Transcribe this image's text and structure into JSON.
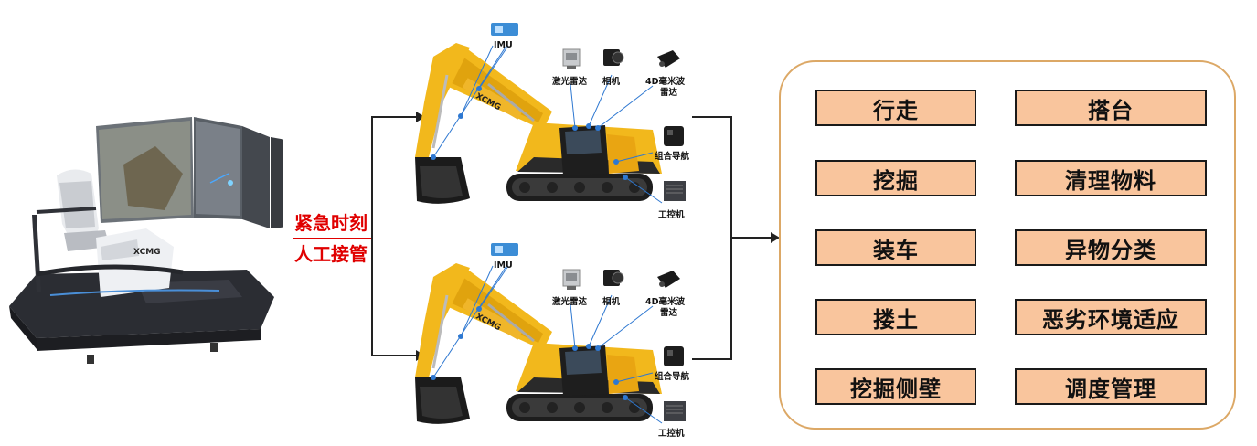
{
  "takeover": {
    "line1": "紧急时刻",
    "line2": "人工接管"
  },
  "sensors": {
    "imu": "IMU",
    "lidar": "激光雷达",
    "camera": "相机",
    "radar_line1": "4D毫米波",
    "radar_line2": "雷达",
    "nav": "组合导航",
    "ipc": "工控机"
  },
  "tasks": {
    "left": [
      "行走",
      "挖掘",
      "装车",
      "搂土",
      "挖掘侧壁"
    ],
    "right": [
      "搭台",
      "清理物料",
      "异物分类",
      "恶劣环境适应",
      "调度管理"
    ]
  },
  "colors": {
    "task_fill": "#f9c59d",
    "panel_border": "#dca866",
    "takeover_text": "#e00000",
    "excavator_body": "#f2b81c"
  },
  "icons": [
    "driving-simulator",
    "excavator",
    "imu-icon",
    "lidar-icon",
    "camera-icon",
    "radar-icon",
    "nav-unit-icon",
    "industrial-pc-icon"
  ]
}
